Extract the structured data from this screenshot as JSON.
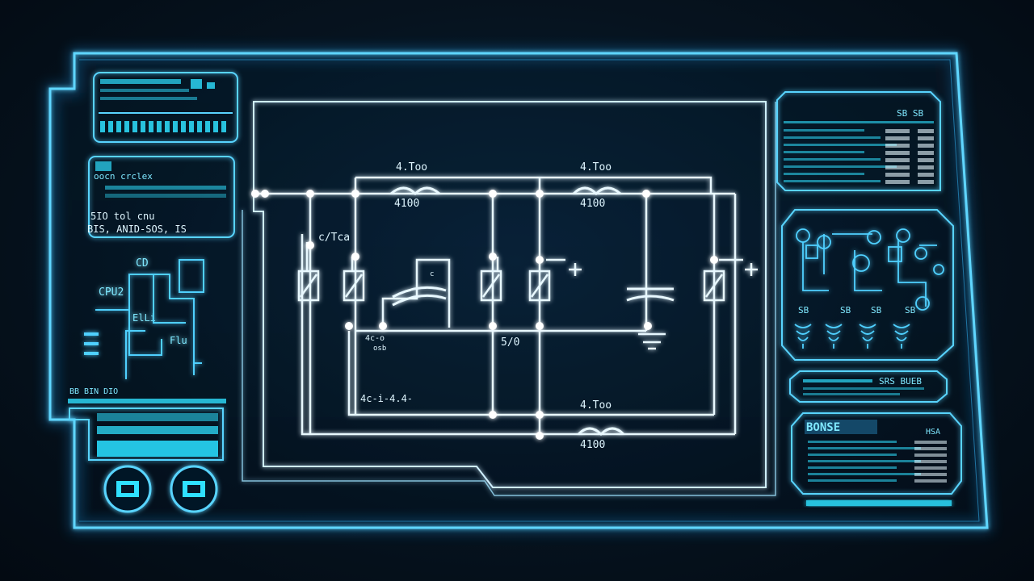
{
  "colors": {
    "frame": "#3ac8ff",
    "frame_glow": "#1ea7ff",
    "wire": "#e8f8ff",
    "panel_line": "#59d4ff",
    "accent": "#2fe0ff",
    "background": "#06131f"
  },
  "circuit": {
    "label_top_left": "4.Too",
    "label_top_left_inductor": "4100",
    "label_top_right": "4.Too",
    "label_top_right_inductor": "4100",
    "label_bottom": "4.Too",
    "label_bottom_inductor": "4100",
    "label_left_component": "c/Tca",
    "label_cap_mid": "c",
    "label_mid_left_a": "4c-o",
    "label_mid_left_b": "osb",
    "label_mid_right": "5/0",
    "label_lower_left": "4c-i-4.4-"
  },
  "left_panels": {
    "meter_caption": "",
    "status_title": "oocn crclex",
    "status_line1": "5IO tol cnu",
    "status_line2": "BIS, ANID-SOS, IS",
    "schematic_label_a": "CD",
    "schematic_label_b": "CPU2",
    "schematic_label_c": "ElLi",
    "schematic_label_d": "Flu",
    "bars_title": "BB BIN DIO"
  },
  "right_panels": {
    "top_header": "SB SB",
    "node_labels": [
      "SB",
      "SB",
      "SB",
      "SB"
    ],
    "strip_label": "SRS BUEB",
    "bottom_title": "BONSE",
    "bottom_tag": "HSA"
  },
  "icons": {
    "left_button_1": "processor-chip-icon",
    "left_button_2": "processor-chip-icon",
    "ground": "ground-icon",
    "plus_1": "plus-icon",
    "plus_2": "plus-icon"
  }
}
